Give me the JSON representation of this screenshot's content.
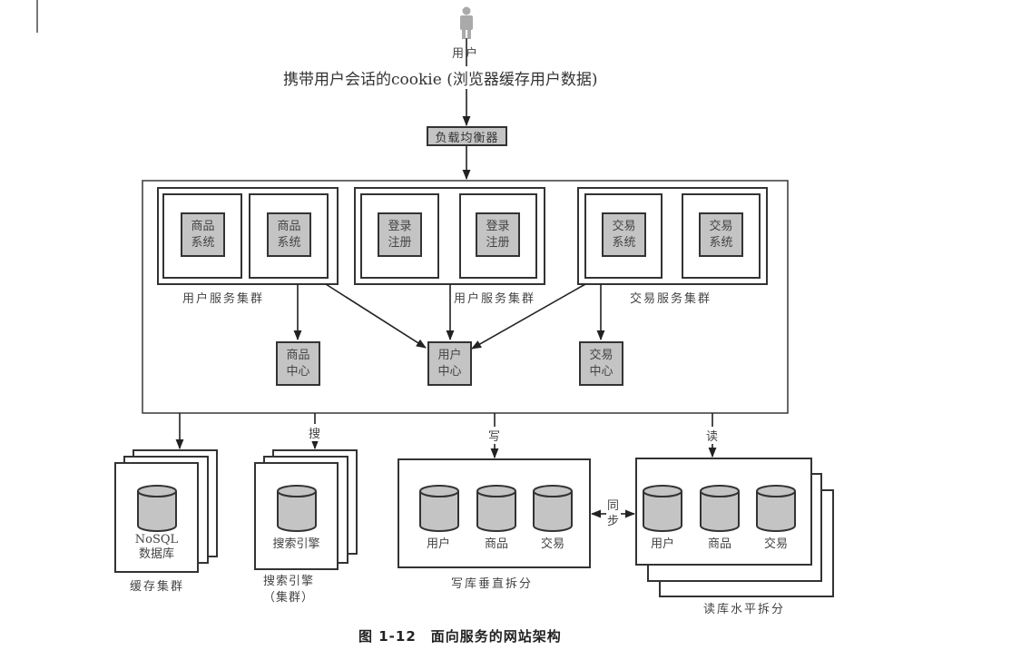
{
  "user": {
    "icon": "person-icon",
    "label": "用户"
  },
  "cookie_note": "携带用户会话的cookie (浏览器缓存用户数据)",
  "load_balancer": "负载均衡器",
  "clusters": [
    {
      "label": "用户服务集群",
      "systems": [
        [
          "商品",
          "系统"
        ],
        [
          "商品",
          "系统"
        ]
      ]
    },
    {
      "label": "用户服务集群",
      "systems": [
        [
          "登录",
          "注册"
        ],
        [
          "登录",
          "注册"
        ]
      ]
    },
    {
      "label": "交易服务集群",
      "systems": [
        [
          "交易",
          "系统"
        ],
        [
          "交易",
          "系统"
        ]
      ]
    }
  ],
  "centers": [
    [
      "商品",
      "中心"
    ],
    [
      "用户",
      "中心"
    ],
    [
      "交易",
      "中心"
    ]
  ],
  "edge_labels": {
    "search": "搜",
    "write": "写",
    "read": "读",
    "sync": [
      "同",
      "步"
    ]
  },
  "cache_cluster": {
    "db_label": [
      "NoSQL",
      "数据库"
    ],
    "caption": "缓存集群",
    "icon": "database-icon"
  },
  "search_cluster": {
    "db_label": "搜索引擎",
    "caption": [
      "搜索引擎",
      "（集群）"
    ],
    "icon": "database-icon"
  },
  "write_db": {
    "dbs": [
      "用户",
      "商品",
      "交易"
    ],
    "caption": "写库垂直拆分"
  },
  "read_db": {
    "dbs": [
      "用户",
      "商品",
      "交易"
    ],
    "caption": "读库水平拆分"
  },
  "figure_caption": "图 1-12　面向服务的网站架构"
}
